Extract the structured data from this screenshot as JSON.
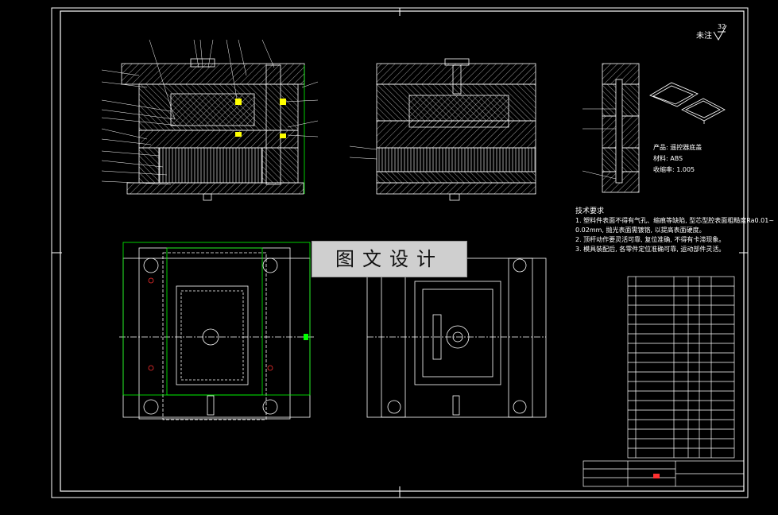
{
  "watermark": "图文设计",
  "roughness": {
    "label": "未注",
    "value": "32"
  },
  "product": {
    "line1": "产品: 遥控器底盖",
    "line2": "材料: ABS",
    "line3": "收缩率: 1.005"
  },
  "tech_title": "技术要求",
  "tech_notes": [
    "1. 塑料件表面不得有气孔、缩痕等缺陷, 型芯型腔表面粗糙度Ra0.01~",
    "0.02mm, 抛光表面需镀铬, 以提高表面硬度。",
    "2. 顶杆动作要灵活可靠, 复位准确, 不得有卡滞现象。",
    "3. 模具装配后, 各零件定位准确可靠, 运动部件灵活。"
  ],
  "colors": {
    "line": "#ffffff",
    "accent_green": "#00ff00",
    "accent_yellow": "#ffff00",
    "accent_red": "#ff3030"
  }
}
